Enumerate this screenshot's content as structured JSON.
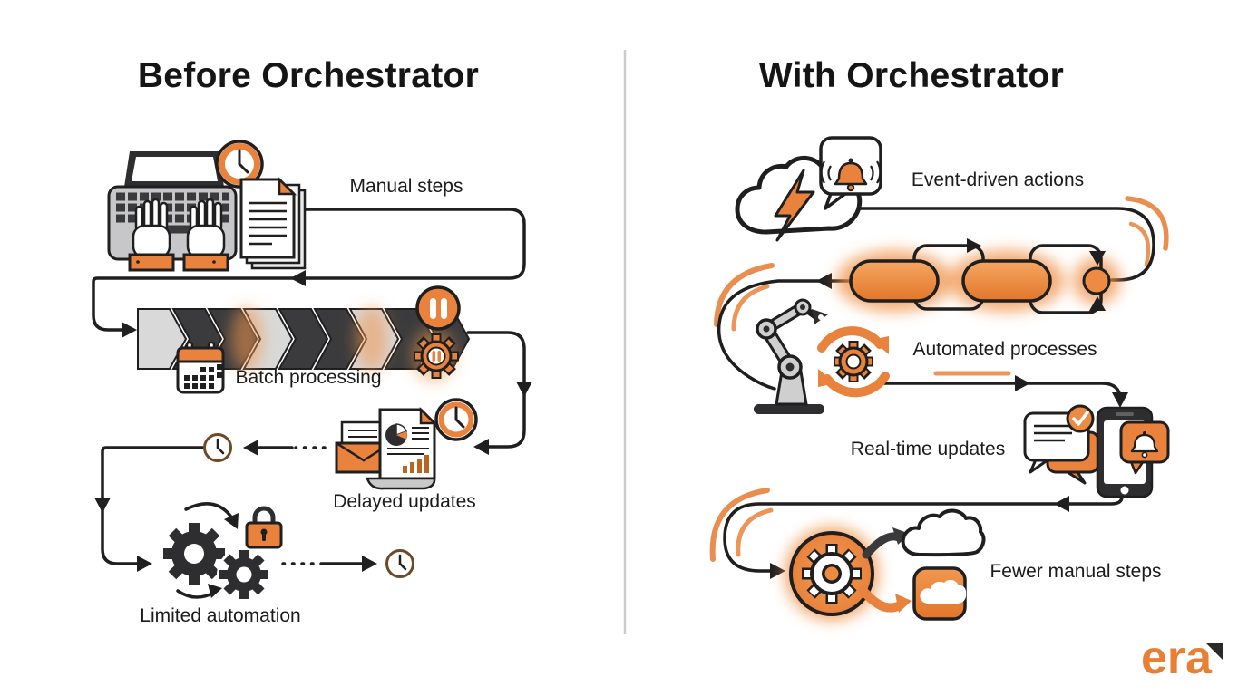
{
  "left": {
    "title": "Before Orchestrator",
    "labels": {
      "manual_steps": "Manual steps",
      "batch_processing": "Batch processing",
      "delayed_updates": "Delayed updates",
      "limited_automation": "Limited automation"
    }
  },
  "right": {
    "title": "With Orchestrator",
    "labels": {
      "event_driven": "Event-driven actions",
      "automated": "Automated processes",
      "realtime": "Real-time updates",
      "fewer_manual": "Fewer manual steps"
    }
  },
  "logo": {
    "text": "era"
  },
  "colors": {
    "accent_orange": "#E8823C",
    "glow_orange": "#F09750",
    "ink_dark": "#1F1F1F",
    "chevron_dark": "#3B3B3D",
    "chevron_light": "#D9D9D9",
    "divider_gray": "#C9CCCF",
    "clock_brown": "#6F4A26"
  },
  "icons": {
    "left": [
      "laptop-typing-icon",
      "clock-icon",
      "documents-icon",
      "calendar-icon",
      "pause-badge-icon",
      "pause-gear-icon",
      "envelope-icon",
      "report-scroll-icon",
      "gears-icon",
      "lock-icon"
    ],
    "right": [
      "cloud-lightning-icon",
      "notification-bell-bubble-icon",
      "workflow-chain-icon",
      "robot-arm-icon",
      "sync-gear-icon",
      "chat-bubbles-icon",
      "check-badge-icon",
      "smartphone-bell-icon",
      "deploy-gear-icon",
      "cloud-outline-icon",
      "cloud-app-icon"
    ]
  }
}
